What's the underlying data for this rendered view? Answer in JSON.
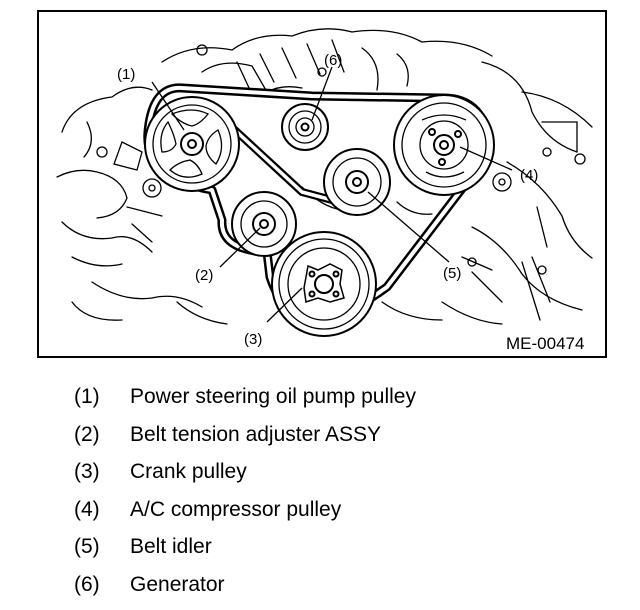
{
  "figure": {
    "id": "ME-00474",
    "callouts": [
      "(1)",
      "(2)",
      "(3)",
      "(4)",
      "(5)",
      "(6)"
    ]
  },
  "legend": [
    {
      "num": "(1)",
      "text": "Power steering oil pump pulley"
    },
    {
      "num": "(2)",
      "text": "Belt tension adjuster ASSY"
    },
    {
      "num": "(3)",
      "text": "Crank pulley"
    },
    {
      "num": "(4)",
      "text": "A/C compressor pulley"
    },
    {
      "num": "(5)",
      "text": "Belt idler"
    },
    {
      "num": "(6)",
      "text": "Generator"
    }
  ]
}
